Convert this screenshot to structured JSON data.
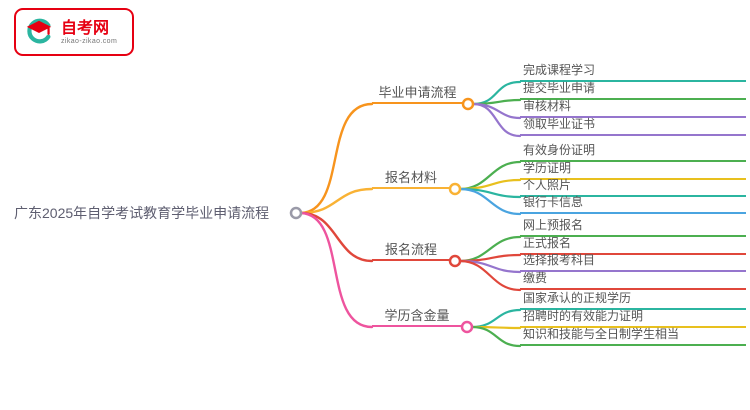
{
  "logo": {
    "title": "自考网",
    "subtitle": "zikao-zikao.com"
  },
  "colors": {
    "brand": "#e60012",
    "orange": "#f7941d",
    "amber": "#f9b234",
    "yellow": "#e8c01e",
    "red": "#e0473b",
    "pink": "#ee549e",
    "teal": "#2bb5a0",
    "green": "#4caf50",
    "purple": "#9575cd",
    "blue": "#4aa4e0",
    "gray": "#9a9aa8",
    "slate": "#5e5e70",
    "text": "#555555"
  },
  "mindmap": {
    "root": {
      "label": "广东2025年自学考试教育学毕业申请流程",
      "color": "slate"
    },
    "branches": [
      {
        "label": "毕业申请流程",
        "color": "orange",
        "children": [
          {
            "label": "完成课程学习",
            "color": "teal"
          },
          {
            "label": "提交毕业申请",
            "color": "green"
          },
          {
            "label": "审核材料",
            "color": "purple"
          },
          {
            "label": "领取毕业证书",
            "color": "purple"
          }
        ]
      },
      {
        "label": "报名材料",
        "color": "amber",
        "children": [
          {
            "label": "有效身份证明",
            "color": "green"
          },
          {
            "label": "学历证明",
            "color": "yellow"
          },
          {
            "label": "个人照片",
            "color": "teal"
          },
          {
            "label": "银行卡信息",
            "color": "blue"
          }
        ]
      },
      {
        "label": "报名流程",
        "color": "red",
        "children": [
          {
            "label": "网上预报名",
            "color": "green"
          },
          {
            "label": "正式报名",
            "color": "red"
          },
          {
            "label": "选择报考科目",
            "color": "purple"
          },
          {
            "label": "缴费",
            "color": "red"
          }
        ]
      },
      {
        "label": "学历含金量",
        "color": "pink",
        "children": [
          {
            "label": "国家承认的正规学历",
            "color": "teal"
          },
          {
            "label": "招聘时的有效能力证明",
            "color": "yellow"
          },
          {
            "label": "知识和技能与全日制学生相当",
            "color": "green"
          }
        ]
      }
    ]
  }
}
